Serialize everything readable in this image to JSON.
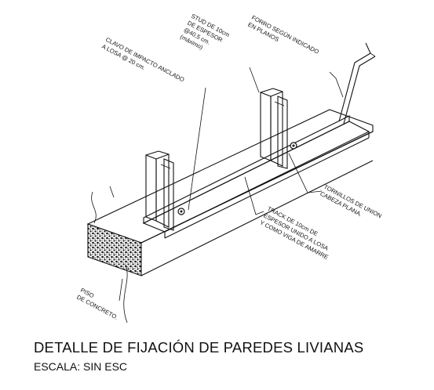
{
  "title": "DETALLE  DE FIJACIÓN DE PAREDES LIVIANAS",
  "scale": "ESCALA: SIN ESC",
  "labels": {
    "clavo": [
      "CLAVO DE IMPACTO ANCLADO",
      "A LOSA @ 20 cm."
    ],
    "stud": [
      "STUD DE 10cm",
      "DE ESPESOR",
      "@40,5 cm.",
      "(máximo)"
    ],
    "forro": [
      "FORRO SEGÚN INDICADO",
      "EN PLANOS"
    ],
    "tornillos": [
      "TORNILLOS DE UNION",
      "CABEZA PLANA."
    ],
    "track": [
      "TRACK DE 10cm DE",
      "ESPESOR UNIDO A LOSA",
      "Y COMO VIGA DE AMARRE"
    ],
    "piso": [
      "PISO",
      "DE CONCRETO."
    ]
  }
}
